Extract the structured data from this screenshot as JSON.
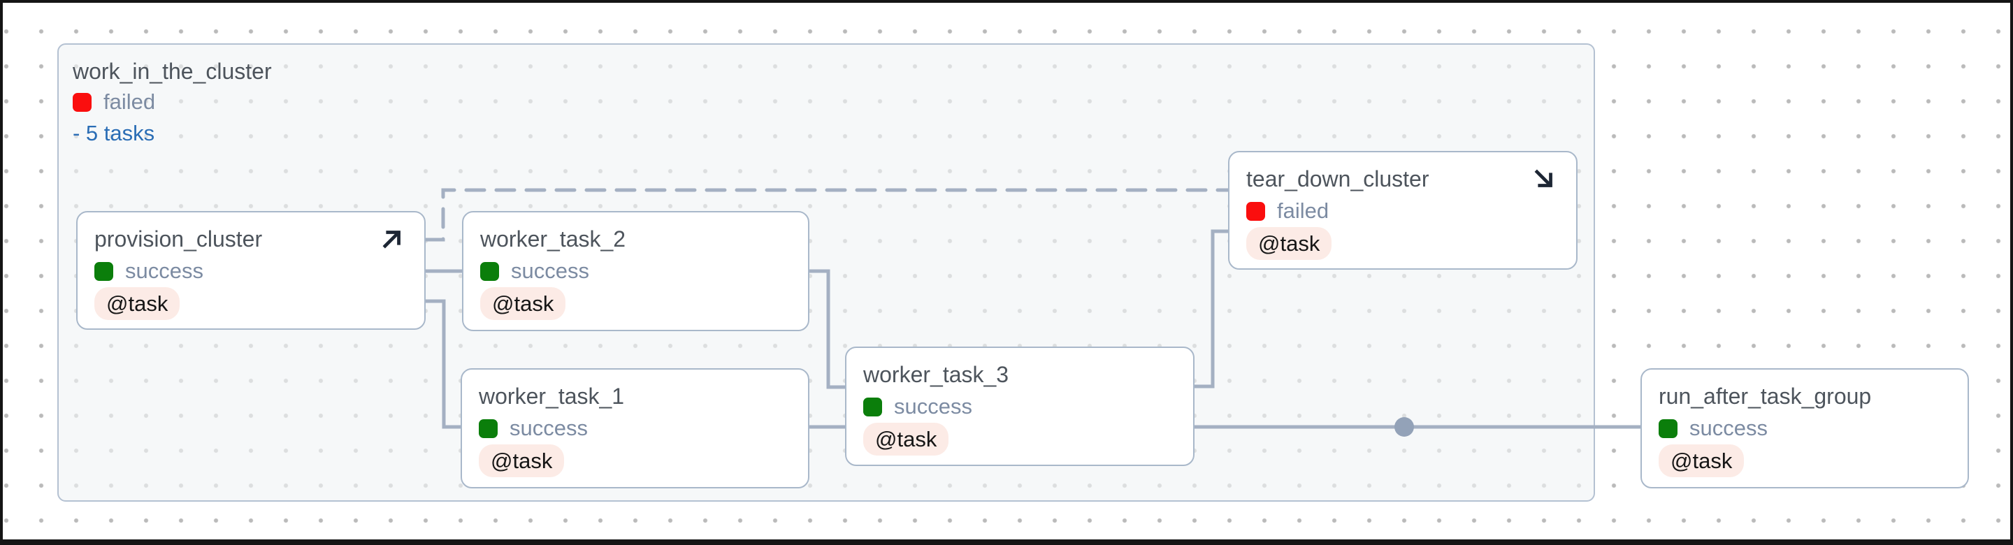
{
  "group": {
    "title": "work_in_the_cluster",
    "status": "failed",
    "tasks_toggle": "- 5 tasks"
  },
  "nodes": [
    {
      "id": "provision_cluster",
      "title": "provision_cluster",
      "status": "success",
      "badge": "@task",
      "decorator_icon": "arrow-up-right"
    },
    {
      "id": "worker_task_2",
      "title": "worker_task_2",
      "status": "success",
      "badge": "@task"
    },
    {
      "id": "worker_task_1",
      "title": "worker_task_1",
      "status": "success",
      "badge": "@task"
    },
    {
      "id": "worker_task_3",
      "title": "worker_task_3",
      "status": "success",
      "badge": "@task"
    },
    {
      "id": "tear_down_cluster",
      "title": "tear_down_cluster",
      "status": "failed",
      "badge": "@task",
      "decorator_icon": "arrow-down-right"
    },
    {
      "id": "run_after_task_group",
      "title": "run_after_task_group",
      "status": "success",
      "badge": "@task"
    }
  ],
  "edges": [
    {
      "from": "provision_cluster",
      "to": "worker_task_2",
      "style": "solid"
    },
    {
      "from": "provision_cluster",
      "to": "worker_task_1",
      "style": "solid"
    },
    {
      "from": "provision_cluster",
      "to": "tear_down_cluster",
      "style": "dashed"
    },
    {
      "from": "worker_task_2",
      "to": "worker_task_3",
      "style": "solid"
    },
    {
      "from": "worker_task_1",
      "to": "worker_task_3",
      "style": "solid"
    },
    {
      "from": "worker_task_3",
      "to": "tear_down_cluster",
      "style": "solid"
    },
    {
      "from": "worker_task_3",
      "to": "run_after_task_group",
      "style": "solid"
    }
  ],
  "status_colors": {
    "success": "#0b7e0b",
    "failed": "#fa0e0e"
  },
  "colors": {
    "node_title": "#4d545c",
    "status_text": "#7c8ba2",
    "tasks_link": "#2a6db5",
    "edge": "#a4b0c2",
    "edge_join_dot": "#93a2b8",
    "node_border": "#a9b8ca",
    "group_border": "#b4c1d2",
    "badge_background": "#fcebe6",
    "badge_text": "#161616",
    "decorator_arrow": "#1d2634"
  }
}
